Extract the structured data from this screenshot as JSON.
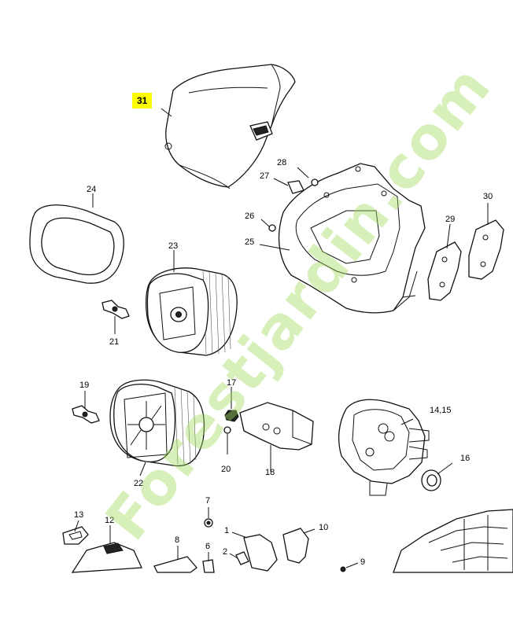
{
  "diagram": {
    "highlight_color": "#ffff00",
    "callouts": {
      "p31": "31",
      "p30": "30",
      "p29": "29",
      "p28": "28",
      "p27": "27",
      "p26": "26",
      "p25": "25",
      "p24": "24",
      "p23": "23",
      "p21": "21",
      "p19": "19",
      "p17": "17",
      "p14_15": "14,15",
      "p16": "16",
      "p22": "22",
      "p20": "20",
      "p18": "18",
      "p13": "13",
      "p12": "12",
      "p7": "7",
      "p1": "1",
      "p10": "10",
      "p8": "8",
      "p6": "6",
      "p2": "2",
      "p9": "9"
    }
  },
  "watermark": {
    "text": "Forestjardin.com",
    "color": "#a0dc5a"
  }
}
